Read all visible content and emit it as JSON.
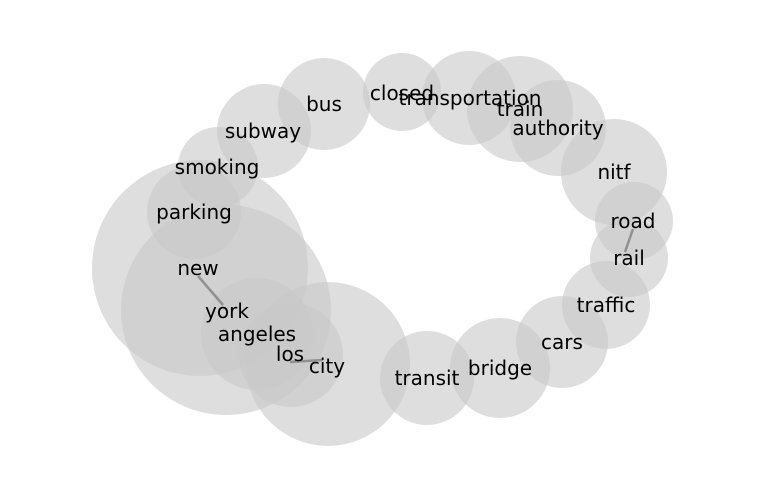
{
  "nodes": [
    {
      "id": "new",
      "label": "new",
      "weight": 1.0
    },
    {
      "id": "york",
      "label": "york",
      "weight": 1.0
    },
    {
      "id": "city",
      "label": "city",
      "weight": 0.75
    },
    {
      "id": "parking",
      "label": "parking",
      "weight": 0.45
    },
    {
      "id": "smoking",
      "label": "smoking",
      "weight": 0.38
    },
    {
      "id": "subway",
      "label": "subway",
      "weight": 0.45
    },
    {
      "id": "bus",
      "label": "bus",
      "weight": 0.43
    },
    {
      "id": "closed",
      "label": "closed",
      "weight": 0.36
    },
    {
      "id": "transportation",
      "label": "transportation",
      "weight": 0.45
    },
    {
      "id": "train",
      "label": "train",
      "weight": 0.5
    },
    {
      "id": "authority",
      "label": "authority",
      "weight": 0.45
    },
    {
      "id": "nitf",
      "label": "nitf",
      "weight": 0.5
    },
    {
      "id": "road",
      "label": "road",
      "weight": 0.38
    },
    {
      "id": "rail",
      "label": "rail",
      "weight": 0.38
    },
    {
      "id": "traffic",
      "label": "traffic",
      "weight": 0.42
    },
    {
      "id": "cars",
      "label": "cars",
      "weight": 0.44
    },
    {
      "id": "bridge",
      "label": "bridge",
      "weight": 0.47
    },
    {
      "id": "transit",
      "label": "transit",
      "weight": 0.45
    },
    {
      "id": "angeles",
      "label": "angeles",
      "weight": 0.53
    },
    {
      "id": "los",
      "label": "los",
      "weight": 0.5
    }
  ],
  "edges": [
    {
      "source": "new",
      "target": "york"
    },
    {
      "source": "road",
      "target": "rail"
    },
    {
      "source": "los",
      "target": "city"
    }
  ]
}
